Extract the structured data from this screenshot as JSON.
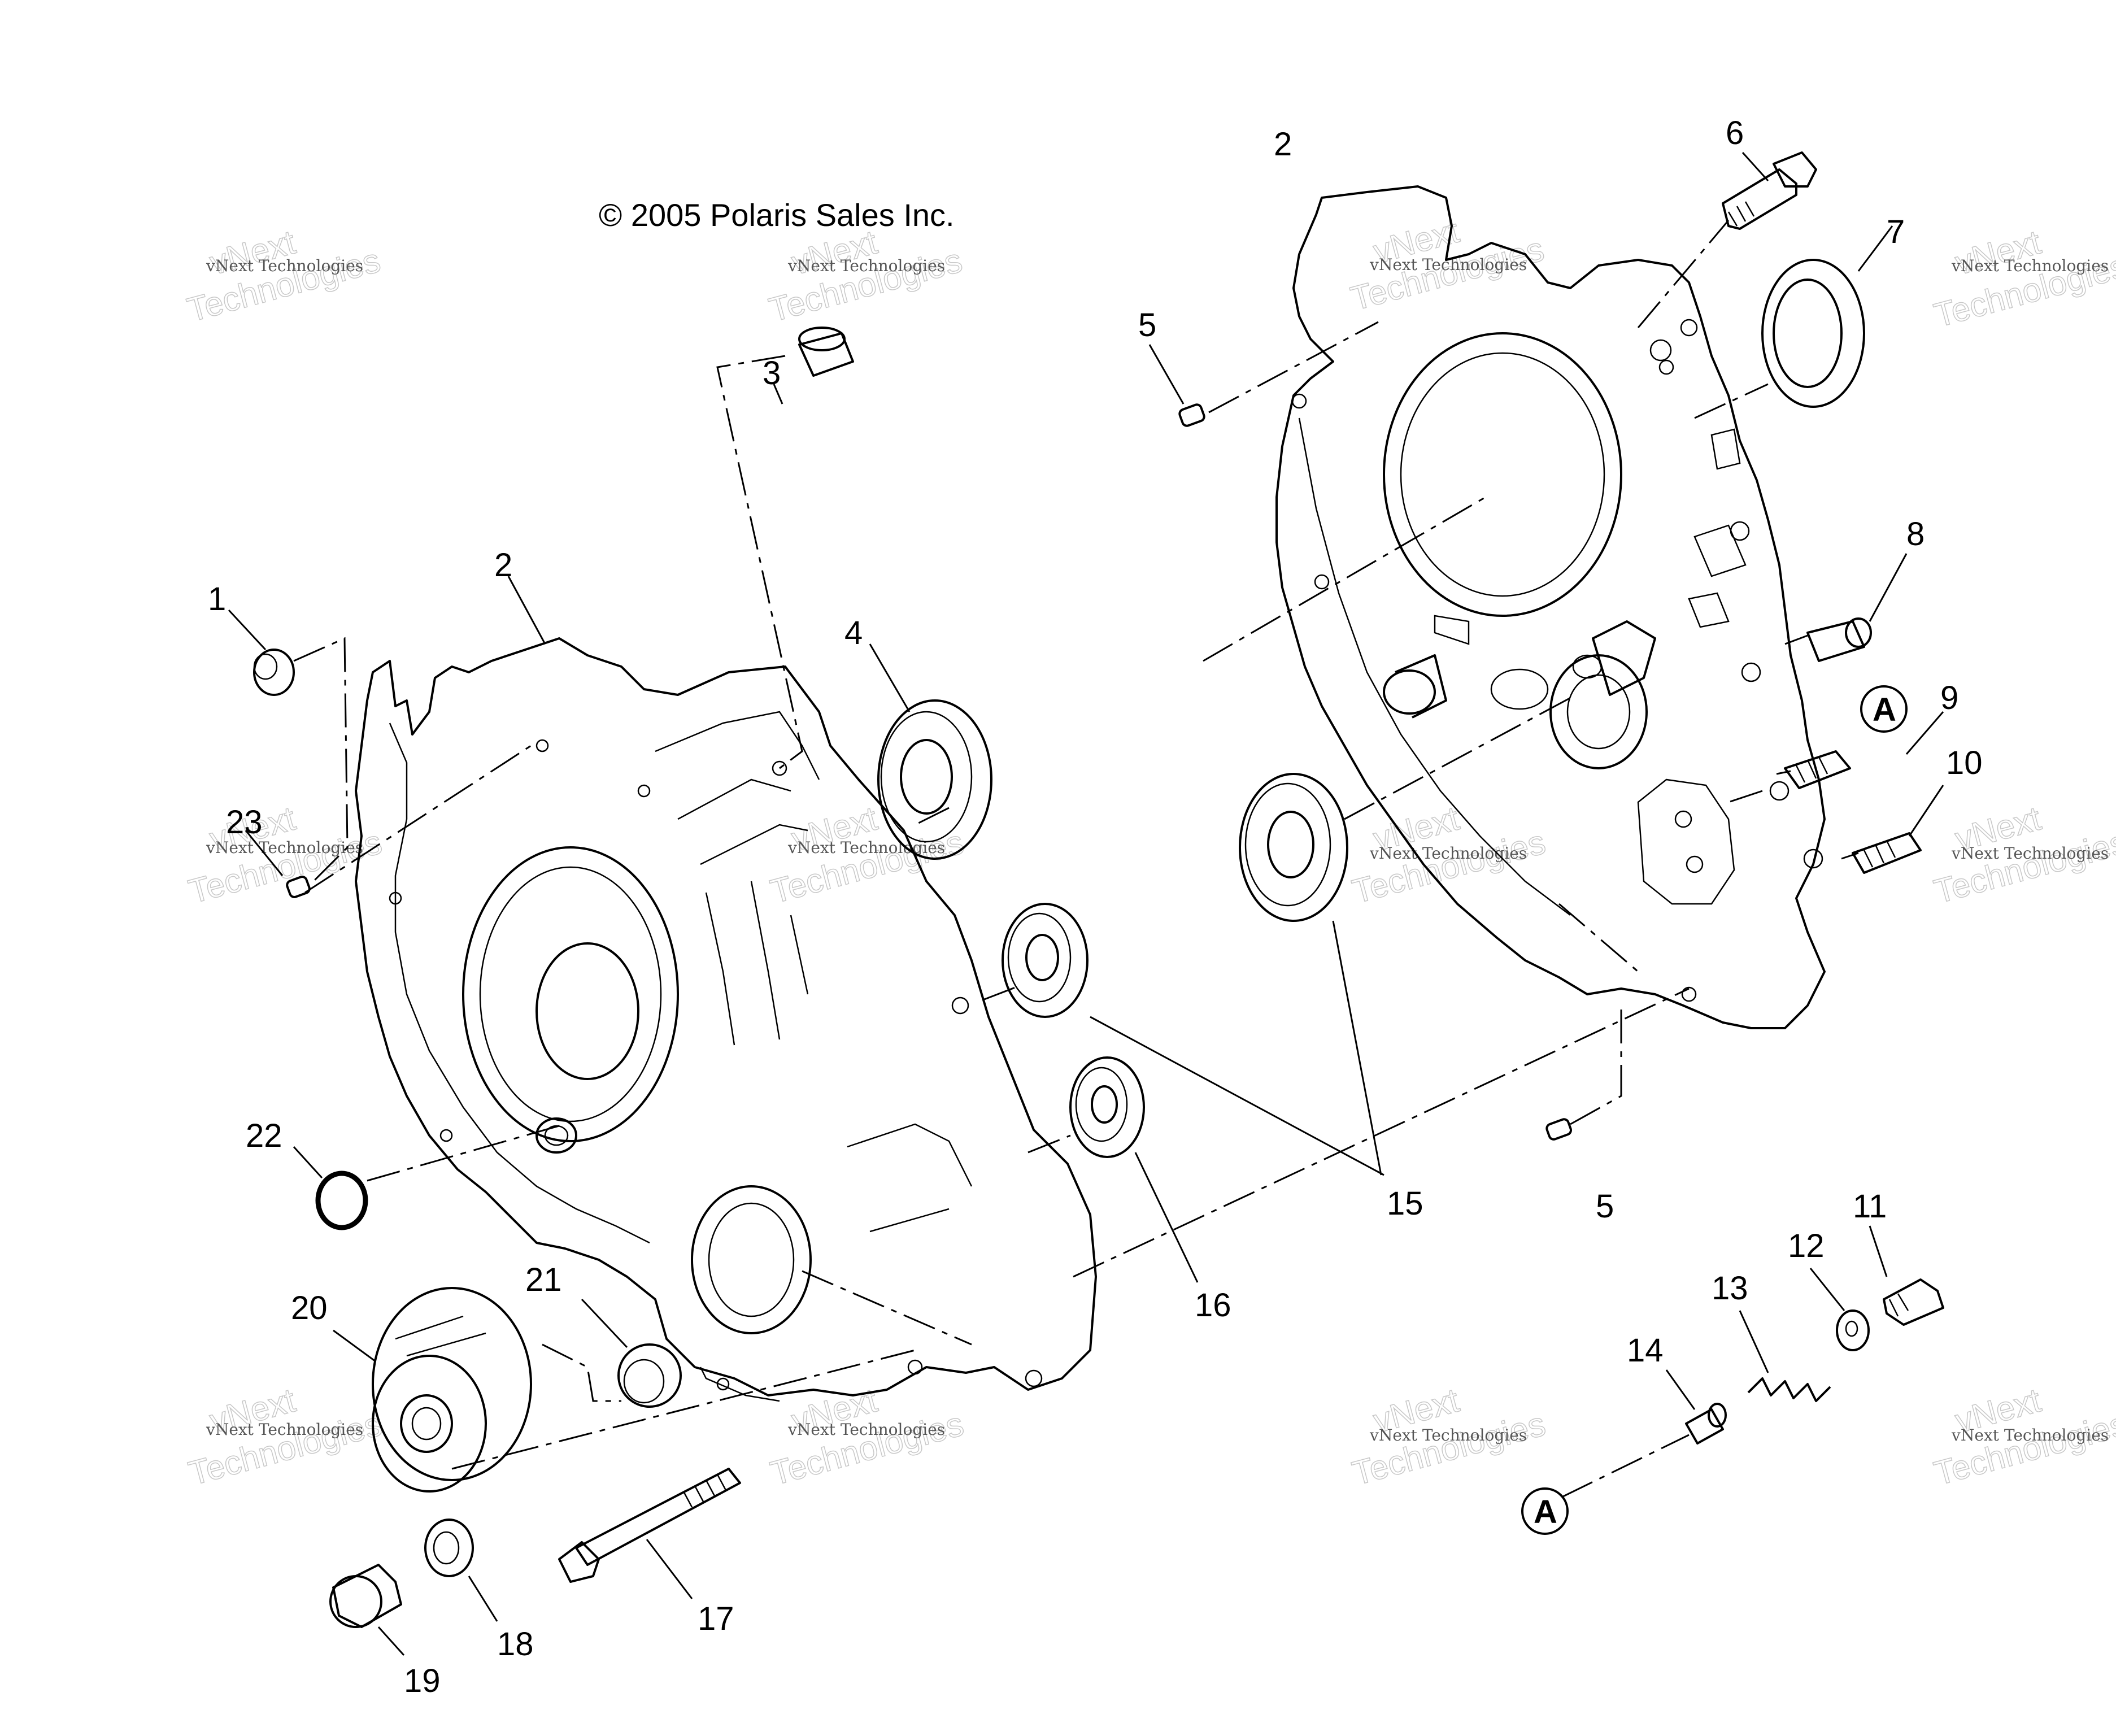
{
  "copyright": "© 2005 Polaris Sales Inc.",
  "watermark": {
    "line1": "vNext Technologies",
    "line2": "vNext",
    "line3": "Technologies"
  },
  "callouts": {
    "c1": "1",
    "c2a": "2",
    "c2b": "2",
    "c3": "3",
    "c4": "4",
    "c5a": "5",
    "c5b": "5",
    "c6": "6",
    "c7": "7",
    "c8": "8",
    "c9": "9",
    "c10": "10",
    "c11": "11",
    "c12": "12",
    "c13": "13",
    "c14": "14",
    "c15": "15",
    "c16": "16",
    "c17": "17",
    "c18": "18",
    "c19": "19",
    "c20": "20",
    "c21": "21",
    "c22": "22",
    "c23": "23",
    "refA1": "A",
    "refA2": "A"
  }
}
